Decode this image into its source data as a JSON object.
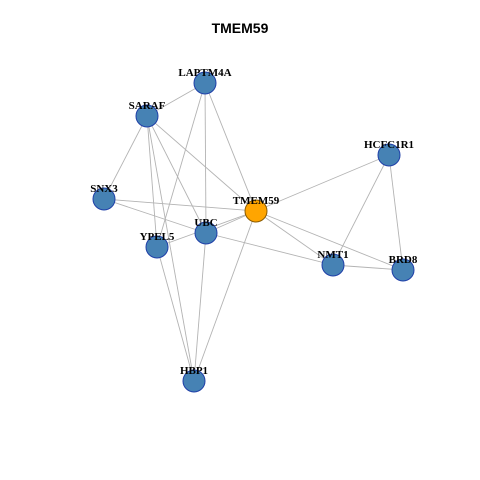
{
  "title": "TMEM59",
  "colors": {
    "node_default": "#4682B4",
    "node_focus": "#FFA500",
    "edge": "#b3b3b3"
  },
  "nodes": [
    {
      "id": "LAPTM4A",
      "label": "LAPTM4A",
      "focus": false
    },
    {
      "id": "SARAF",
      "label": "SARAF",
      "focus": false
    },
    {
      "id": "HCFC1R1",
      "label": "HCFC1R1",
      "focus": false
    },
    {
      "id": "SNX3",
      "label": "SNX3",
      "focus": false
    },
    {
      "id": "TMEM59",
      "label": "TMEM59",
      "focus": true
    },
    {
      "id": "UBC",
      "label": "UBC",
      "focus": false
    },
    {
      "id": "YPEL5",
      "label": "YPEL5",
      "focus": false
    },
    {
      "id": "NMT1",
      "label": "NMT1",
      "focus": false
    },
    {
      "id": "BRD8",
      "label": "BRD8",
      "focus": false
    },
    {
      "id": "HBP1",
      "label": "HBP1",
      "focus": false
    }
  ],
  "edges": [
    [
      "LAPTM4A",
      "SARAF"
    ],
    [
      "LAPTM4A",
      "TMEM59"
    ],
    [
      "LAPTM4A",
      "UBC"
    ],
    [
      "LAPTM4A",
      "YPEL5"
    ],
    [
      "SARAF",
      "SNX3"
    ],
    [
      "SARAF",
      "TMEM59"
    ],
    [
      "SARAF",
      "UBC"
    ],
    [
      "SARAF",
      "YPEL5"
    ],
    [
      "SARAF",
      "HBP1"
    ],
    [
      "SNX3",
      "TMEM59"
    ],
    [
      "SNX3",
      "UBC"
    ],
    [
      "HCFC1R1",
      "TMEM59"
    ],
    [
      "HCFC1R1",
      "NMT1"
    ],
    [
      "HCFC1R1",
      "BRD8"
    ],
    [
      "TMEM59",
      "UBC"
    ],
    [
      "TMEM59",
      "YPEL5"
    ],
    [
      "TMEM59",
      "NMT1"
    ],
    [
      "TMEM59",
      "BRD8"
    ],
    [
      "TMEM59",
      "HBP1"
    ],
    [
      "UBC",
      "NMT1"
    ],
    [
      "UBC",
      "HBP1"
    ],
    [
      "YPEL5",
      "HBP1"
    ],
    [
      "NMT1",
      "BRD8"
    ]
  ]
}
